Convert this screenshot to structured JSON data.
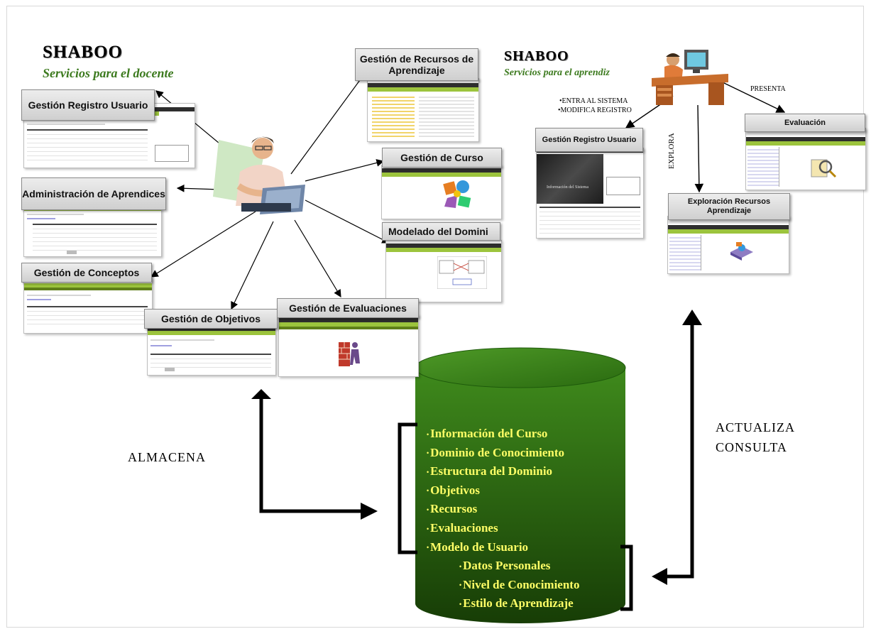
{
  "docente": {
    "brand": "SHABOO",
    "subtitle": "Servicios para el docente",
    "modules": {
      "registro": "Gestión Registro Usuario",
      "aprendices": "Administración de Aprendices",
      "conceptos": "Gestión de Conceptos",
      "objetivos": "Gestión de Objetivos",
      "evaluaciones": "Gestión de Evaluaciones",
      "recursos": "Gestión de Recursos de Aprendizaje",
      "curso": "Gestión de Curso",
      "dominio": "Modelado del Domini"
    }
  },
  "aprendiz": {
    "brand": "SHABOO",
    "subtitle": "Servicios para el aprendiz",
    "actions": {
      "entra": "•ENTRA AL SISTEMA",
      "modifica": "•MODIFICA REGISTRO",
      "explora": "EXPLORA",
      "presenta": "PRESENTA"
    },
    "modules": {
      "registro": "Gestión Registro Usuario",
      "evaluacion": "Evaluación",
      "exploracion": "Exploración Recursos Aprendizaje"
    },
    "screen_text": "Información del Sistema"
  },
  "flows": {
    "almacena": "ALMACENA",
    "actualiza": "ACTUALIZA",
    "consulta": "CONSULTA"
  },
  "database": {
    "items": [
      "Información del Curso",
      "Dominio de Conocimiento",
      "Estructura del Dominio",
      "Objetivos",
      "Recursos",
      "Evaluaciones",
      "Modelo de Usuario"
    ],
    "subitems": [
      "Datos Personales",
      "Nivel de Conocimiento",
      "Estilo de Aprendizaje"
    ],
    "bullet": "•"
  },
  "colors": {
    "db_top": "#3f8a1c",
    "db_bottom": "#173d06",
    "db_text": "#ffff66",
    "subtitle_green": "#3c7a1e",
    "ui_green": "#9cc43d"
  }
}
